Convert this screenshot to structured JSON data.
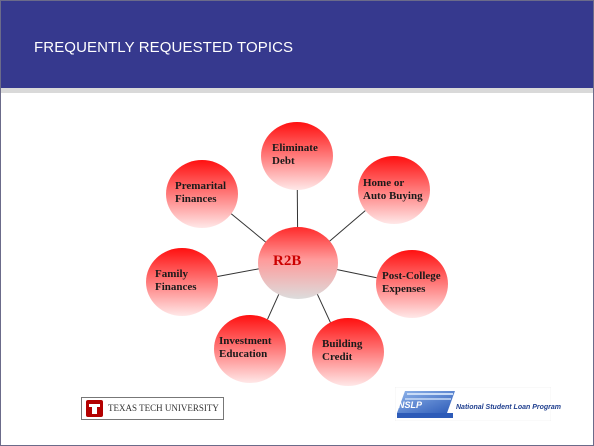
{
  "title": "FREQUENTLY REQUESTED TOPICS",
  "diagram": {
    "center": {
      "label": "R2B"
    },
    "nodes": [
      {
        "id": "eliminate-debt",
        "line1": "Eliminate",
        "line2": "Debt"
      },
      {
        "id": "home-auto",
        "line1": "Home or",
        "line2": "Auto Buying"
      },
      {
        "id": "post-college",
        "line1": "Post-College",
        "line2": "Expenses"
      },
      {
        "id": "building-credit",
        "line1": "Building",
        "line2": "Credit"
      },
      {
        "id": "investment-education",
        "line1": "Investment",
        "line2": "Education"
      },
      {
        "id": "family-finances",
        "line1": "Family",
        "line2": "Finances"
      },
      {
        "id": "premarital-finances",
        "line1": "Premarital",
        "line2": "Finances"
      }
    ]
  },
  "logos": {
    "ttu": {
      "text": "TEXAS TECH UNIVERSITY"
    },
    "nslp": {
      "badge": "NSLP",
      "text": "National Student Loan Program"
    }
  },
  "colors": {
    "title_bar": "#36398e",
    "node_red": "#ff2020",
    "center_text": "#cc0000"
  }
}
